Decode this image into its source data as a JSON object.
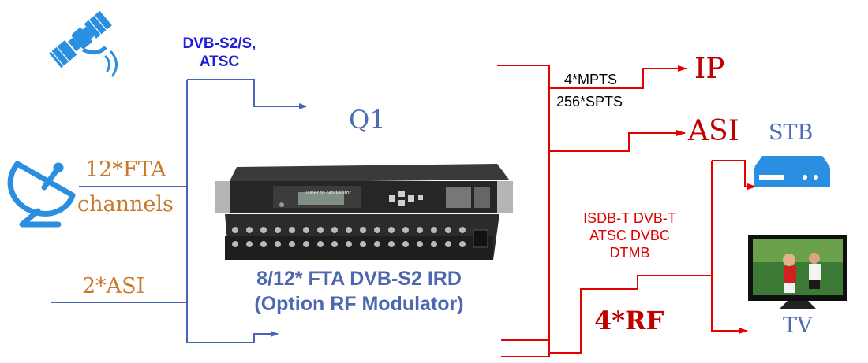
{
  "input_label": {
    "line1": "DVB-S2/S,",
    "line2": "ATSC"
  },
  "q1_label": "Q1",
  "fta_label": {
    "line1": "12*FTA",
    "line2": "channels"
  },
  "asi_in_label": "2*ASI",
  "device_title": {
    "line1": "8/12* FTA DVB-S2 IRD",
    "line2": "(Option RF Modulator)"
  },
  "device_panel_text": "Tuner to Modulator",
  "ip_output": {
    "label": "IP",
    "note1": "4*MPTS",
    "note2": "256*SPTS"
  },
  "asi_output": {
    "label": "ASI"
  },
  "rf_output": {
    "label": "4*RF",
    "std1": "ISDB-T DVB-T",
    "std2": "ATSC DVBC",
    "std3": "DTMB"
  },
  "stb_label": "STB",
  "tv_label": "TV",
  "colors": {
    "input_line": "#4a64b5",
    "output_line": "#e60000",
    "icon_blue": "#2a8fe0",
    "orange_text": "#c9782a",
    "red_text": "#c00000"
  }
}
